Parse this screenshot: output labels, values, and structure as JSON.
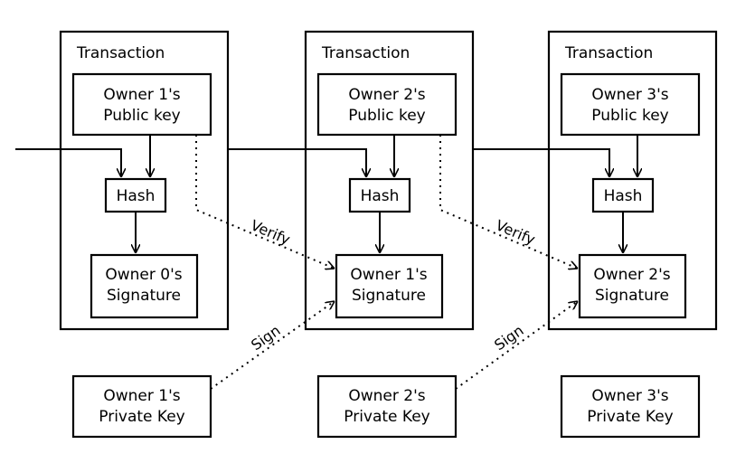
{
  "transactions": [
    {
      "title": "Transaction",
      "public_key": [
        "Owner 1's",
        "Public key"
      ],
      "hash": "Hash",
      "signature": [
        "Owner 0's",
        "Signature"
      ]
    },
    {
      "title": "Transaction",
      "public_key": [
        "Owner 2's",
        "Public key"
      ],
      "hash": "Hash",
      "signature": [
        "Owner 1's",
        "Signature"
      ]
    },
    {
      "title": "Transaction",
      "public_key": [
        "Owner 3's",
        "Public key"
      ],
      "hash": "Hash",
      "signature": [
        "Owner 2's",
        "Signature"
      ]
    }
  ],
  "private_keys": [
    [
      "Owner 1's",
      "Private Key"
    ],
    [
      "Owner 2's",
      "Private Key"
    ],
    [
      "Owner 3's",
      "Private Key"
    ]
  ],
  "labels": {
    "verify": "Verify",
    "sign": "Sign"
  }
}
